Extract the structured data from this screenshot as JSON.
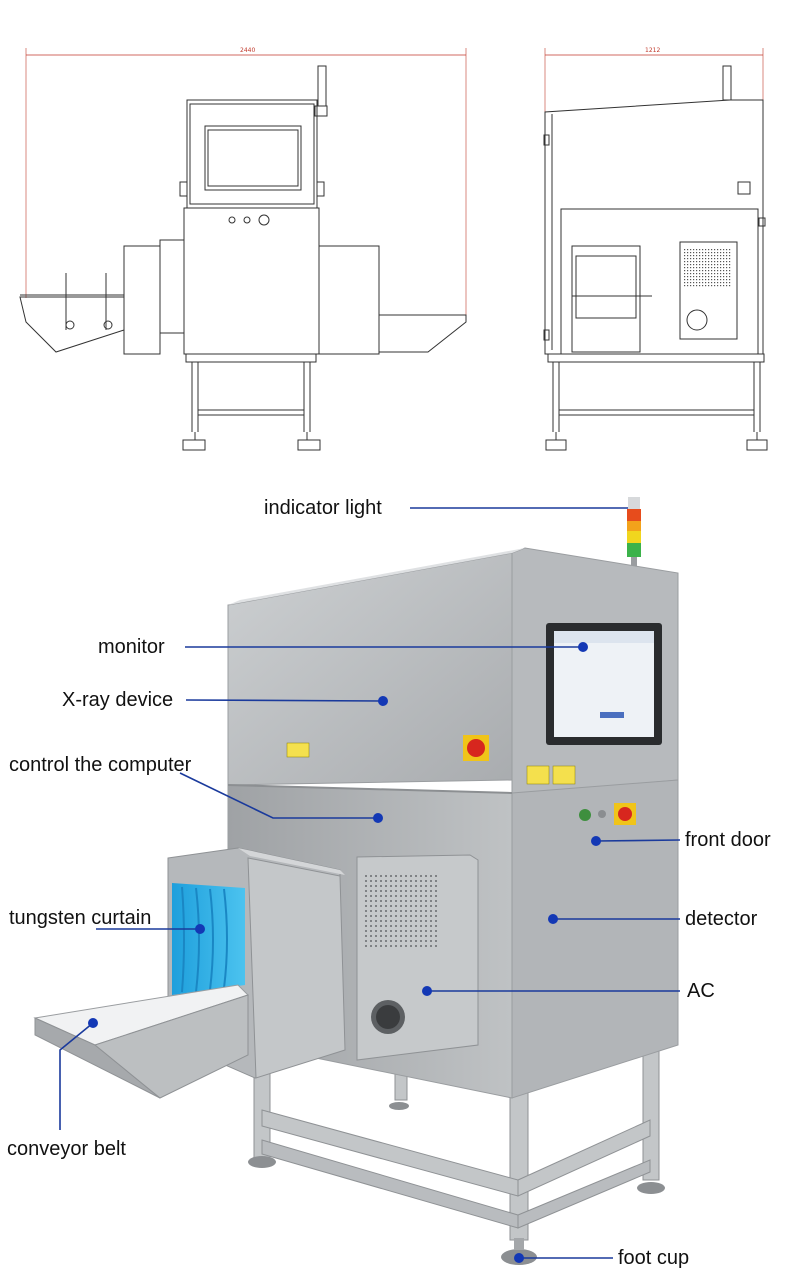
{
  "drawings": {
    "front_width_dimension": "2440",
    "side_width_dimension": "1212"
  },
  "labels": {
    "indicator_light": "indicator light",
    "monitor": "monitor",
    "xray_device": "X-ray device",
    "control_computer": "control the computer",
    "tungsten_curtain": "tungsten curtain",
    "conveyor_belt": "conveyor belt",
    "front_door": "front door",
    "detector": "detector",
    "ac": "AC",
    "foot_cup": "foot cup"
  },
  "colors": {
    "callout_line": "#1a3a9c",
    "callout_dot": "#1338b5",
    "dimension_line": "#c0392b",
    "steel": "#b9bcbf",
    "curtain": "#3fb6e8"
  }
}
